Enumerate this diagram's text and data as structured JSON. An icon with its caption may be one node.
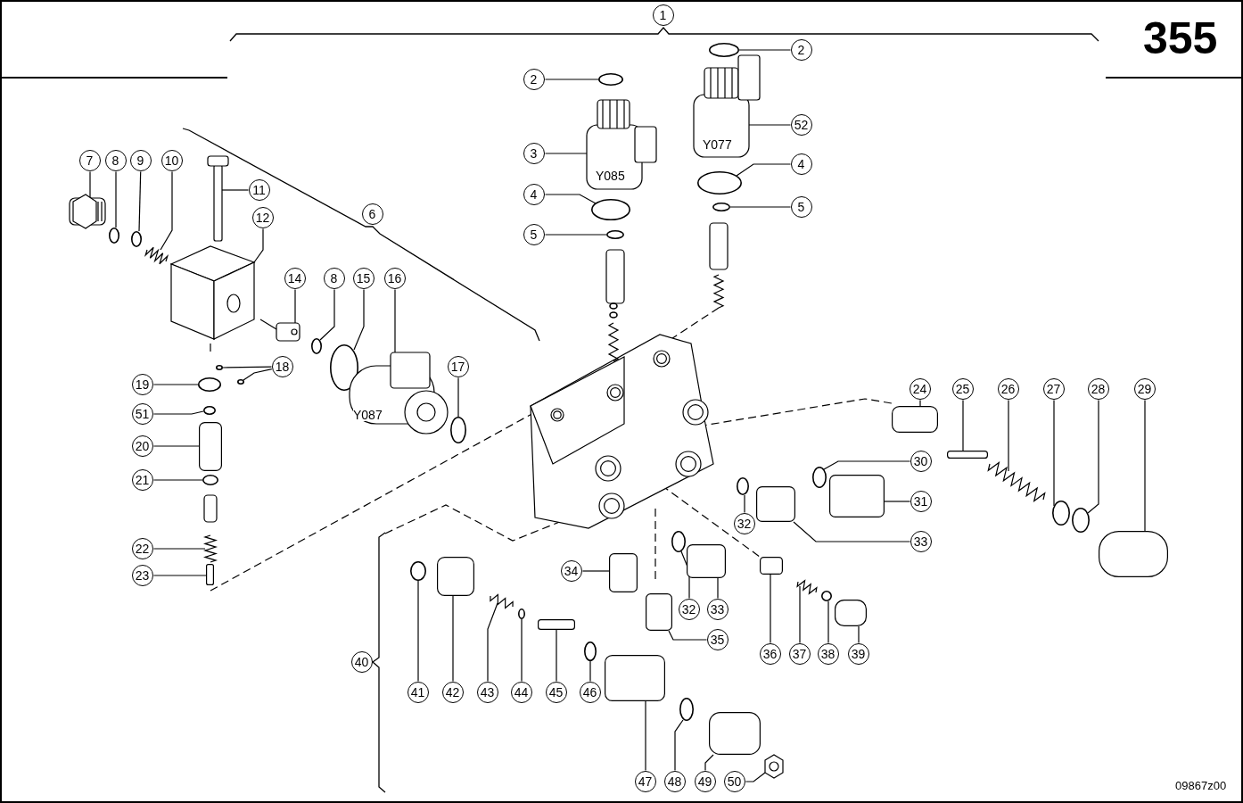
{
  "diagram": {
    "nodes": [
      {
        "text": [
          "1"
        ]
      },
      {
        "text": [
          "2"
        ]
      },
      {
        "text": [
          "2"
        ]
      },
      {
        "text": [
          "3"
        ]
      },
      {
        "text": [
          "52"
        ]
      },
      {
        "text": [
          "4"
        ]
      },
      {
        "text": [
          "4"
        ]
      },
      {
        "text": [
          "5"
        ]
      },
      {
        "text": [
          "5"
        ]
      },
      {
        "text": [
          "7"
        ]
      },
      {
        "text": [
          "8"
        ]
      },
      {
        "text": [
          "9"
        ]
      },
      {
        "text": [
          "10"
        ]
      },
      {
        "text": [
          "11"
        ]
      },
      {
        "text": [
          "12"
        ]
      },
      {
        "text": [
          "6"
        ]
      },
      {
        "text": [
          "14"
        ]
      },
      {
        "text": [
          "8"
        ]
      },
      {
        "text": [
          "15"
        ]
      },
      {
        "text": [
          "16"
        ]
      },
      {
        "text": [
          "17"
        ]
      },
      {
        "text": [
          "18"
        ]
      },
      {
        "text": [
          "19"
        ]
      },
      {
        "text": [
          "51"
        ]
      },
      {
        "text": [
          "20"
        ]
      },
      {
        "text": [
          "21"
        ]
      },
      {
        "text": [
          "22"
        ]
      },
      {
        "text": [
          "23"
        ]
      },
      {
        "text": [
          "24"
        ]
      },
      {
        "text": [
          "25"
        ]
      },
      {
        "text": [
          "26"
        ]
      },
      {
        "text": [
          "27"
        ]
      },
      {
        "text": [
          "28"
        ]
      },
      {
        "text": [
          "29"
        ]
      },
      {
        "text": [
          "30"
        ]
      },
      {
        "text": [
          "31"
        ]
      },
      {
        "text": [
          "32"
        ]
      },
      {
        "text": [
          "33"
        ]
      },
      {
        "text": [
          "34"
        ]
      },
      {
        "text": [
          "32"
        ]
      },
      {
        "text": [
          "33"
        ]
      },
      {
        "text": [
          "35"
        ]
      },
      {
        "text": [
          "36"
        ]
      },
      {
        "text": [
          "37"
        ]
      },
      {
        "text": [
          "38"
        ]
      },
      {
        "text": [
          "39"
        ]
      },
      {
        "text": [
          "40"
        ]
      },
      {
        "text": [
          "41"
        ]
      },
      {
        "text": [
          "42"
        ]
      },
      {
        "text": [
          "43"
        ]
      },
      {
        "text": [
          "44"
        ]
      },
      {
        "text": [
          "45"
        ]
      },
      {
        "text": [
          "46"
        ]
      },
      {
        "text": [
          "47"
        ]
      },
      {
        "text": [
          "48"
        ]
      },
      {
        "text": [
          "49"
        ]
      },
      {
        "text": [
          "50"
        ]
      },
      {
        "text": [],
        "shape": "circle"
      },
      {
        "text": [],
        "shape": "circle"
      },
      {
        "text": [
          "Y085"
        ]
      },
      {
        "text": [
          "Y077"
        ]
      },
      {
        "text": [],
        "shape": "circle"
      },
      {
        "text": [],
        "shape": "circle"
      },
      {
        "text": [],
        "shape": "circle"
      },
      {
        "text": [],
        "shape": "circle"
      },
      {
        "text": [],
        "shape": "picture"
      },
      {
        "text": [],
        "shape": "circle"
      },
      {
        "text": [],
        "shape": "circle"
      },
      {
        "text": [],
        "shape": "picture"
      },
      {
        "text": [],
        "shape": "picture"
      },
      {
        "text": [],
        "shape": "picture"
      },
      {
        "text": [],
        "shape": "picture"
      },
      {
        "text": [],
        "shape": "circle"
      },
      {
        "text": [],
        "shape": "circle"
      },
      {
        "text": [
          "Y087"
        ]
      },
      {
        "text": [],
        "shape": "circle"
      },
      {
        "text": [],
        "shape": "circle"
      },
      {
        "text": [],
        "shape": "circle"
      },
      {
        "text": [],
        "shape": "circle"
      },
      {
        "text": [],
        "shape": "circle"
      },
      {
        "text": [],
        "shape": "box"
      },
      {
        "text": [],
        "shape": "circle"
      },
      {
        "text": [],
        "shape": "picture"
      },
      {
        "text": [],
        "shape": "box"
      },
      {
        "text": [],
        "shape": "box"
      },
      {
        "text": [],
        "shape": "box"
      },
      {
        "text": [],
        "shape": "picture"
      },
      {
        "text": [],
        "shape": "circle"
      },
      {
        "text": [],
        "shape": "circle"
      },
      {
        "text": [],
        "shape": "box"
      },
      {
        "text": [],
        "shape": "circle"
      },
      {
        "text": [],
        "shape": "box"
      },
      {
        "text": [],
        "shape": "circle"
      },
      {
        "text": [],
        "shape": "box"
      },
      {
        "text": [],
        "shape": "box"
      },
      {
        "text": [],
        "shape": "circle"
      },
      {
        "text": [],
        "shape": "box"
      },
      {
        "text": [],
        "shape": "box"
      },
      {
        "text": [],
        "shape": "box"
      },
      {
        "text": [],
        "shape": "picture"
      },
      {
        "text": [],
        "shape": "circle"
      },
      {
        "text": [],
        "shape": "box"
      },
      {
        "text": [],
        "shape": "circle"
      },
      {
        "text": [],
        "shape": "box"
      },
      {
        "text": [],
        "shape": "picture"
      },
      {
        "text": [],
        "shape": "circle"
      },
      {
        "text": [],
        "shape": "box"
      },
      {
        "text": [],
        "shape": "circle"
      },
      {
        "text": [],
        "shape": "box"
      },
      {
        "text": [],
        "shape": "circle"
      },
      {
        "text": [],
        "shape": "box"
      },
      {
        "text": [],
        "shape": "picture"
      }
    ],
    "edges": [
      {
        "from": 1,
        "to": 57,
        "arrow": "none"
      },
      {
        "from": 2,
        "to": 58,
        "arrow": "none"
      },
      {
        "from": 3,
        "to": 59,
        "arrow": "none"
      },
      {
        "from": 4,
        "to": 60,
        "arrow": "none"
      },
      {
        "from": 5,
        "to": 61,
        "arrow": "none"
      },
      {
        "from": 6,
        "to": 62,
        "arrow": "none"
      },
      {
        "from": 7,
        "to": 63,
        "arrow": "none"
      },
      {
        "from": 8,
        "to": 64,
        "arrow": "none"
      },
      {
        "from": 9,
        "to": 65,
        "arrow": "none"
      },
      {
        "from": 10,
        "to": 66,
        "arrow": "none"
      },
      {
        "from": 11,
        "to": 67,
        "arrow": "none"
      },
      {
        "from": 12,
        "to": 68,
        "arrow": "none"
      },
      {
        "from": 13,
        "to": 69,
        "arrow": "none"
      },
      {
        "from": 14,
        "to": 70,
        "arrow": "none"
      },
      {
        "from": 16,
        "to": 71,
        "arrow": "none"
      },
      {
        "from": 17,
        "to": 72,
        "arrow": "none"
      },
      {
        "from": 18,
        "to": 73,
        "arrow": "none"
      },
      {
        "from": 19,
        "to": 74,
        "arrow": "none"
      },
      {
        "from": 20,
        "to": 75,
        "arrow": "none"
      },
      {
        "from": 21,
        "to": 76,
        "arrow": "none"
      },
      {
        "from": 21,
        "to": 77,
        "arrow": "none"
      },
      {
        "from": 22,
        "to": 78,
        "arrow": "none"
      },
      {
        "from": 23,
        "to": 79,
        "arrow": "none"
      },
      {
        "from": 24,
        "to": 80,
        "arrow": "none"
      },
      {
        "from": 25,
        "to": 81,
        "arrow": "none"
      },
      {
        "from": 26,
        "to": 82,
        "arrow": "none"
      },
      {
        "from": 27,
        "to": 83,
        "arrow": "none"
      },
      {
        "from": 28,
        "to": 84,
        "arrow": "none"
      },
      {
        "from": 29,
        "to": 85,
        "arrow": "none"
      },
      {
        "from": 30,
        "to": 86,
        "arrow": "none"
      },
      {
        "from": 31,
        "to": 87,
        "arrow": "none"
      },
      {
        "from": 32,
        "to": 88,
        "arrow": "none"
      },
      {
        "from": 33,
        "to": 89,
        "arrow": "none"
      },
      {
        "from": 34,
        "to": 90,
        "arrow": "none"
      },
      {
        "from": 35,
        "to": 91,
        "arrow": "none"
      },
      {
        "from": 36,
        "to": 92,
        "arrow": "none"
      },
      {
        "from": 37,
        "to": 93,
        "arrow": "none"
      },
      {
        "from": 38,
        "to": 94,
        "arrow": "none"
      },
      {
        "from": 39,
        "to": 95,
        "arrow": "none"
      },
      {
        "from": 40,
        "to": 96,
        "arrow": "none"
      },
      {
        "from": 41,
        "to": 97,
        "arrow": "none"
      },
      {
        "from": 42,
        "to": 98,
        "arrow": "none"
      },
      {
        "from": 43,
        "to": 99,
        "arrow": "none"
      },
      {
        "from": 44,
        "to": 100,
        "arrow": "none"
      },
      {
        "from": 45,
        "to": 101,
        "arrow": "none"
      },
      {
        "from": 47,
        "to": 102,
        "arrow": "none"
      },
      {
        "from": 48,
        "to": 103,
        "arrow": "none"
      },
      {
        "from": 49,
        "to": 104,
        "arrow": "none"
      },
      {
        "from": 50,
        "to": 105,
        "arrow": "none"
      },
      {
        "from": 51,
        "to": 106,
        "arrow": "none"
      },
      {
        "from": 52,
        "to": 107,
        "arrow": "none"
      },
      {
        "from": 53,
        "to": 108,
        "arrow": "none"
      },
      {
        "from": 54,
        "to": 109,
        "arrow": "none"
      },
      {
        "from": 55,
        "to": 110,
        "arrow": "none"
      },
      {
        "from": 56,
        "to": 111,
        "arrow": "none"
      }
    ],
    "labels": [
      "355",
      "09867z00"
    ]
  }
}
